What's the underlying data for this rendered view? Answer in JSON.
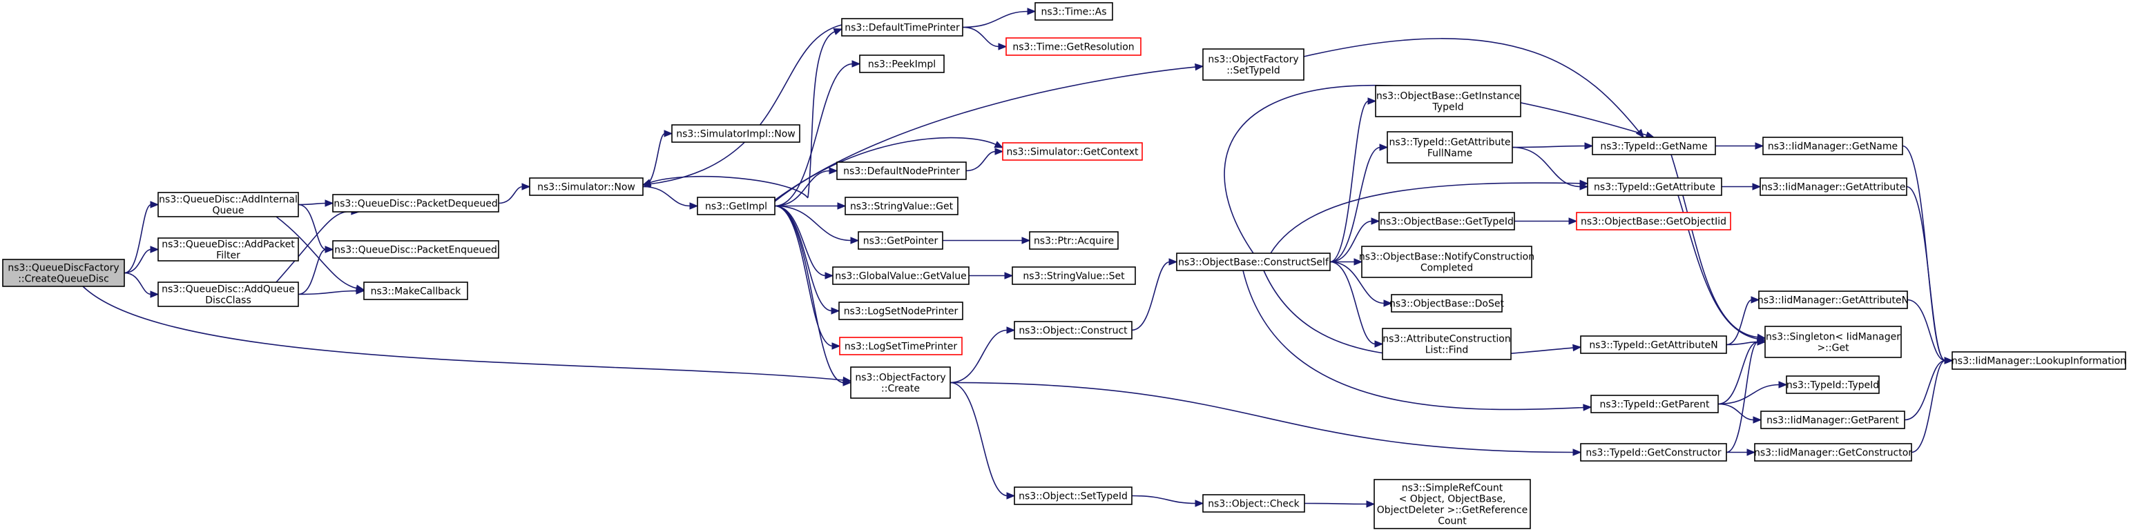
{
  "colors": {
    "edge": "#191970",
    "node_border": "#000000",
    "node_border_truncated": "#ff0000",
    "root_fill": "#bfbfbf"
  },
  "nodes": [
    {
      "id": "root",
      "lines": [
        "ns3::QueueDiscFactory",
        "::CreateQueueDisc"
      ],
      "root": true
    },
    {
      "id": "addInternal",
      "lines": [
        "ns3::QueueDisc::AddInternal",
        "Queue"
      ]
    },
    {
      "id": "addPacketFilter",
      "lines": [
        "ns3::QueueDisc::AddPacket",
        "Filter"
      ]
    },
    {
      "id": "addQueueDiscClass",
      "lines": [
        "ns3::QueueDisc::AddQueue",
        "DiscClass"
      ]
    },
    {
      "id": "packetDequeued",
      "lines": [
        "ns3::QueueDisc::PacketDequeued"
      ]
    },
    {
      "id": "packetEnqueued",
      "lines": [
        "ns3::QueueDisc::PacketEnqueued"
      ]
    },
    {
      "id": "makeCallback",
      "lines": [
        "ns3::MakeCallback"
      ]
    },
    {
      "id": "simNow",
      "lines": [
        "ns3::Simulator::Now"
      ]
    },
    {
      "id": "simImplNow",
      "lines": [
        "ns3::SimulatorImpl::Now"
      ]
    },
    {
      "id": "getImpl",
      "lines": [
        "ns3::GetImpl"
      ]
    },
    {
      "id": "defaultTimePrinter",
      "lines": [
        "ns3::DefaultTimePrinter"
      ]
    },
    {
      "id": "timeAs",
      "lines": [
        "ns3::Time::As"
      ]
    },
    {
      "id": "timeGetResolution",
      "lines": [
        "ns3::Time::GetResolution"
      ],
      "truncated": true
    },
    {
      "id": "peekImpl",
      "lines": [
        "ns3::PeekImpl"
      ]
    },
    {
      "id": "simGetContext",
      "lines": [
        "ns3::Simulator::GetContext"
      ],
      "truncated": true
    },
    {
      "id": "defaultNodePrinter",
      "lines": [
        "ns3::DefaultNodePrinter"
      ]
    },
    {
      "id": "stringValueGet",
      "lines": [
        "ns3::StringValue::Get"
      ]
    },
    {
      "id": "getPointer",
      "lines": [
        "ns3::GetPointer"
      ]
    },
    {
      "id": "ptrAcquire",
      "lines": [
        "ns3::Ptr::Acquire"
      ]
    },
    {
      "id": "globalValueGetValue",
      "lines": [
        "ns3::GlobalValue::GetValue"
      ]
    },
    {
      "id": "stringValueSet",
      "lines": [
        "ns3::StringValue::Set"
      ]
    },
    {
      "id": "logSetNodePrinter",
      "lines": [
        "ns3::LogSetNodePrinter"
      ]
    },
    {
      "id": "logSetTimePrinter",
      "lines": [
        "ns3::LogSetTimePrinter"
      ],
      "truncated": true
    },
    {
      "id": "objectFactoryCreate",
      "lines": [
        "ns3::ObjectFactory",
        "::Create"
      ]
    },
    {
      "id": "objectConstruct",
      "lines": [
        "ns3::Object::Construct"
      ]
    },
    {
      "id": "objectSetTypeId",
      "lines": [
        "ns3::Object::SetTypeId"
      ]
    },
    {
      "id": "objectCheck",
      "lines": [
        "ns3::Object::Check"
      ]
    },
    {
      "id": "simpleRefCount",
      "lines": [
        "ns3::SimpleRefCount",
        "< Object, ObjectBase,",
        "ObjectDeleter >::GetReference",
        "Count"
      ]
    },
    {
      "id": "objectFactorySetTypeId",
      "lines": [
        "ns3::ObjectFactory",
        "::SetTypeId"
      ]
    },
    {
      "id": "constructSelf",
      "lines": [
        "ns3::ObjectBase::ConstructSelf"
      ]
    },
    {
      "id": "getInstanceTypeId",
      "lines": [
        "ns3::ObjectBase::GetInstance",
        "TypeId"
      ]
    },
    {
      "id": "getAttributeFullName",
      "lines": [
        "ns3::TypeId::GetAttribute",
        "FullName"
      ]
    },
    {
      "id": "objectBaseGetTypeId",
      "lines": [
        "ns3::ObjectBase::GetTypeId"
      ]
    },
    {
      "id": "notifyConstructionCompleted",
      "lines": [
        "ns3::ObjectBase::NotifyConstruction",
        "Completed"
      ]
    },
    {
      "id": "doSet",
      "lines": [
        "ns3::ObjectBase::DoSet"
      ]
    },
    {
      "id": "attrConstructionListFind",
      "lines": [
        "ns3::AttributeConstruction",
        "List::Find"
      ]
    },
    {
      "id": "getObjectIid",
      "lines": [
        "ns3::ObjectBase::GetObjectIid"
      ],
      "truncated": true
    },
    {
      "id": "typeIdGetName",
      "lines": [
        "ns3::TypeId::GetName"
      ]
    },
    {
      "id": "typeIdGetAttribute",
      "lines": [
        "ns3::TypeId::GetAttribute"
      ]
    },
    {
      "id": "typeIdGetAttributeN",
      "lines": [
        "ns3::TypeId::GetAttributeN"
      ]
    },
    {
      "id": "typeIdGetParent",
      "lines": [
        "ns3::TypeId::GetParent"
      ]
    },
    {
      "id": "typeIdGetConstructor",
      "lines": [
        "ns3::TypeId::GetConstructor"
      ]
    },
    {
      "id": "iidGetName",
      "lines": [
        "ns3::IidManager::GetName"
      ]
    },
    {
      "id": "iidGetAttribute",
      "lines": [
        "ns3::IidManager::GetAttribute"
      ]
    },
    {
      "id": "iidGetAttributeN",
      "lines": [
        "ns3::IidManager::GetAttributeN"
      ]
    },
    {
      "id": "singletonGet",
      "lines": [
        "ns3::Singleton< IidManager",
        " >::Get"
      ]
    },
    {
      "id": "typeIdTypeId",
      "lines": [
        "ns3::TypeId::TypeId"
      ]
    },
    {
      "id": "iidGetParent",
      "lines": [
        "ns3::IidManager::GetParent"
      ]
    },
    {
      "id": "iidGetConstructor",
      "lines": [
        "ns3::IidManager::GetConstructor"
      ]
    },
    {
      "id": "iidLookupInformation",
      "lines": [
        "ns3::IidManager::LookupInformation"
      ]
    }
  ],
  "edges": [
    [
      "root",
      "addInternal"
    ],
    [
      "root",
      "addPacketFilter"
    ],
    [
      "root",
      "addQueueDiscClass"
    ],
    [
      "root",
      "objectFactoryCreate"
    ],
    [
      "addInternal",
      "packetDequeued"
    ],
    [
      "addInternal",
      "packetEnqueued"
    ],
    [
      "addInternal",
      "makeCallback"
    ],
    [
      "addQueueDiscClass",
      "packetDequeued"
    ],
    [
      "addQueueDiscClass",
      "packetEnqueued"
    ],
    [
      "addQueueDiscClass",
      "makeCallback"
    ],
    [
      "packetDequeued",
      "simNow"
    ],
    [
      "simNow",
      "simImplNow"
    ],
    [
      "simNow",
      "getImpl"
    ],
    [
      "getImpl",
      "simNow"
    ],
    [
      "getImpl",
      "defaultTimePrinter"
    ],
    [
      "getImpl",
      "peekImpl"
    ],
    [
      "getImpl",
      "simGetContext"
    ],
    [
      "getImpl",
      "defaultNodePrinter"
    ],
    [
      "getImpl",
      "stringValueGet"
    ],
    [
      "getImpl",
      "getPointer"
    ],
    [
      "getImpl",
      "globalValueGetValue"
    ],
    [
      "getImpl",
      "logSetNodePrinter"
    ],
    [
      "getImpl",
      "logSetTimePrinter"
    ],
    [
      "getImpl",
      "objectFactoryCreate"
    ],
    [
      "getImpl",
      "objectFactorySetTypeId"
    ],
    [
      "defaultTimePrinter",
      "timeAs"
    ],
    [
      "defaultTimePrinter",
      "timeGetResolution"
    ],
    [
      "defaultTimePrinter",
      "simNow"
    ],
    [
      "defaultNodePrinter",
      "simGetContext"
    ],
    [
      "getPointer",
      "ptrAcquire"
    ],
    [
      "globalValueGetValue",
      "stringValueSet"
    ],
    [
      "objectFactoryCreate",
      "objectConstruct"
    ],
    [
      "objectFactoryCreate",
      "objectSetTypeId"
    ],
    [
      "objectFactoryCreate",
      "typeIdGetConstructor"
    ],
    [
      "objectConstruct",
      "constructSelf"
    ],
    [
      "objectSetTypeId",
      "objectCheck"
    ],
    [
      "objectCheck",
      "simpleRefCount"
    ],
    [
      "objectFactorySetTypeId",
      "typeIdGetName"
    ],
    [
      "constructSelf",
      "getInstanceTypeId"
    ],
    [
      "constructSelf",
      "getAttributeFullName"
    ],
    [
      "constructSelf",
      "objectBaseGetTypeId"
    ],
    [
      "constructSelf",
      "notifyConstructionCompleted"
    ],
    [
      "constructSelf",
      "doSet"
    ],
    [
      "constructSelf",
      "attrConstructionListFind"
    ],
    [
      "constructSelf",
      "typeIdGetName"
    ],
    [
      "constructSelf",
      "typeIdGetAttribute"
    ],
    [
      "constructSelf",
      "typeIdGetAttributeN"
    ],
    [
      "constructSelf",
      "typeIdGetParent"
    ],
    [
      "getAttributeFullName",
      "typeIdGetName"
    ],
    [
      "getAttributeFullName",
      "typeIdGetAttribute"
    ],
    [
      "objectBaseGetTypeId",
      "getObjectIid"
    ],
    [
      "typeIdGetName",
      "iidGetName"
    ],
    [
      "typeIdGetName",
      "singletonGet"
    ],
    [
      "typeIdGetAttribute",
      "iidGetAttribute"
    ],
    [
      "typeIdGetAttribute",
      "singletonGet"
    ],
    [
      "typeIdGetAttributeN",
      "iidGetAttributeN"
    ],
    [
      "typeIdGetAttributeN",
      "singletonGet"
    ],
    [
      "typeIdGetParent",
      "typeIdTypeId"
    ],
    [
      "typeIdGetParent",
      "iidGetParent"
    ],
    [
      "typeIdGetParent",
      "singletonGet"
    ],
    [
      "typeIdGetConstructor",
      "iidGetConstructor"
    ],
    [
      "typeIdGetConstructor",
      "singletonGet"
    ],
    [
      "iidGetName",
      "iidLookupInformation"
    ],
    [
      "iidGetAttribute",
      "iidLookupInformation"
    ],
    [
      "iidGetAttributeN",
      "iidLookupInformation"
    ],
    [
      "iidGetParent",
      "iidLookupInformation"
    ],
    [
      "iidGetConstructor",
      "iidLookupInformation"
    ]
  ]
}
